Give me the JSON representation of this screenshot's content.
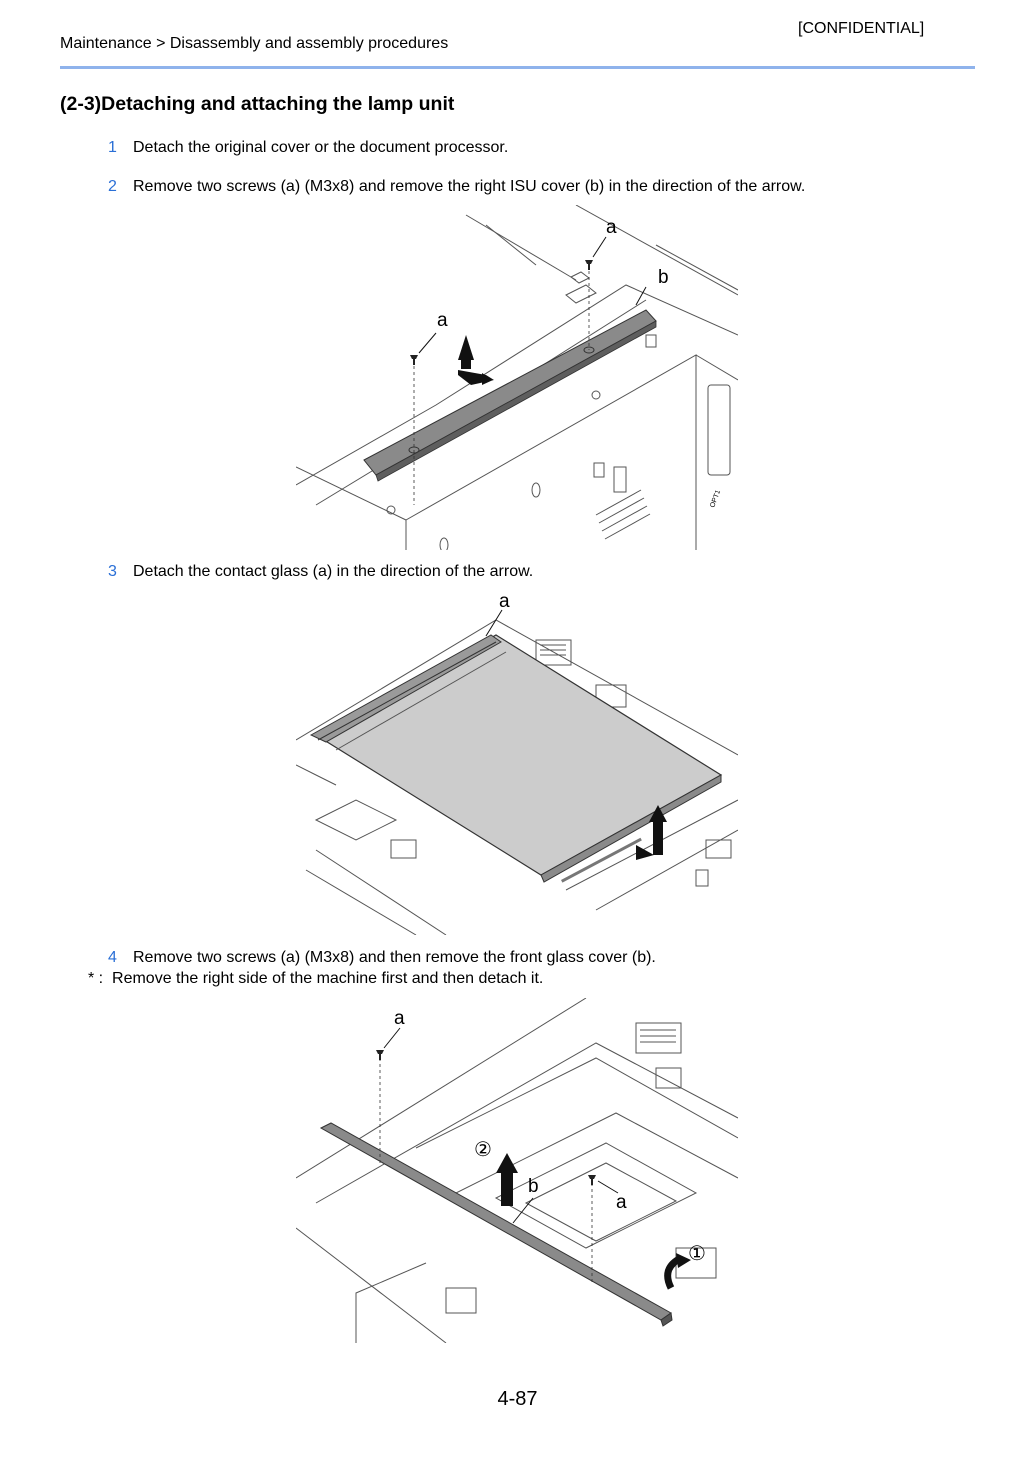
{
  "header": {
    "confidential": "[CONFIDENTIAL]",
    "breadcrumb": "Maintenance > Disassembly and assembly procedures"
  },
  "section_title": "(2-3)Detaching and attaching the lamp unit",
  "steps": [
    {
      "num": "1",
      "text": "Detach the original cover or the document processor."
    },
    {
      "num": "2",
      "text": "Remove two screws (a) (M3x8) and remove the right ISU cover (b) in the direction of the arrow."
    },
    {
      "num": "3",
      "text": "Detach the contact glass (a) in the direction of the arrow."
    },
    {
      "num": "4",
      "text": "Remove two screws (a) (M3x8) and then remove the front glass cover (b)."
    }
  ],
  "note": {
    "mark": "* :",
    "text": "Remove the right side of the machine first and then detach it."
  },
  "figures": {
    "fig1": {
      "label_a1": "a",
      "label_a2": "a",
      "label_b": "b",
      "tag": "OPT1"
    },
    "fig2": {
      "label_a": "a"
    },
    "fig3": {
      "label_a1": "a",
      "label_a2": "a",
      "label_b": "b",
      "circ1": "①",
      "circ2": "②"
    }
  },
  "page_number": "4-87"
}
